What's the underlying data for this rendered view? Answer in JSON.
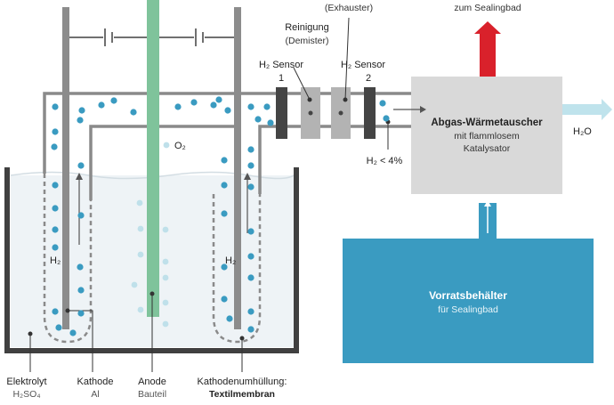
{
  "labels": {
    "exhauster": "(Exhauster)",
    "sealing_target": "zum Sealingbad",
    "cleaning_title": "Reinigung",
    "cleaning_sub": "(Demister)",
    "sensor1_name": "H₂ Sensor",
    "sensor1_num": "1",
    "sensor2_name": "H₂ Sensor",
    "sensor2_num": "2",
    "heat_exchanger_title": "Abgas-Wärmetauscher",
    "heat_exchanger_line2": "mit flammlosem",
    "heat_exchanger_line3": "Katalysator",
    "water_out": "H₂O",
    "h2_limit": "H₂ < 4%",
    "oxygen": "O₂",
    "h2_left": "H₂",
    "h2_right": "H₂",
    "reservoir_title": "Vorratsbehälter",
    "reservoir_sub": "für Sealingbad",
    "electrolyte_title": "Elektrolyt",
    "electrolyte_sub": "H₂SO₄",
    "cathode_title": "Kathode",
    "cathode_sub": "Al",
    "anode_title": "Anode",
    "anode_sub": "Bauteil",
    "sheath_title": "Kathodenumhüllung:",
    "sheath_sub": "Textilmembran"
  },
  "colors": {
    "bubble_h2": "#3a9bc1",
    "bubble_o2": "#bfe0ea",
    "rod_grey": "#8c8c8c",
    "anode_green": "#7fc39b",
    "tank_wall": "#404040",
    "electrolyte_fill": "#eef3f6",
    "heat_exchanger_fill": "#d9d9d9",
    "reservoir_fill": "#3a9bc1",
    "exhaust_red": "#d9212b",
    "water_arrow": "#bfe3ec"
  }
}
